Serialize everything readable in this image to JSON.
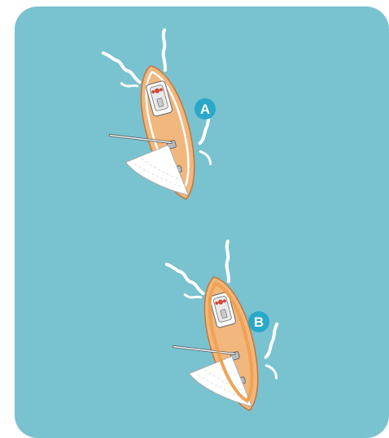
{
  "colors": {
    "sea": "#79c2cf",
    "hull": "#f2b77c",
    "hull_outline": "#c8753a",
    "deck_b": "#ee9a45",
    "sail": "#ffffff",
    "wake": "#ffffff",
    "marker": "#2aa8c9",
    "cockpit": "#e9e9e9"
  },
  "boats": [
    {
      "id": "A",
      "label": "A"
    },
    {
      "id": "B",
      "label": "B"
    }
  ]
}
